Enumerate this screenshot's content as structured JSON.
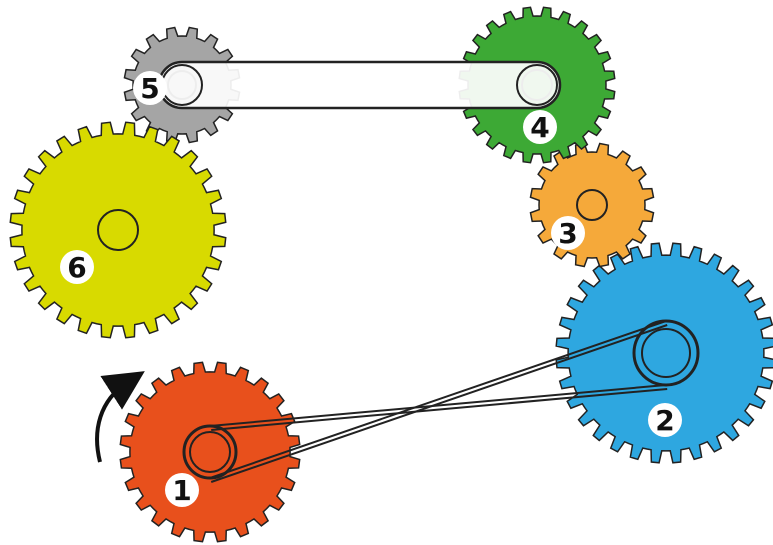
{
  "gears": [
    {
      "id": "1",
      "label": "1",
      "color": "#E8501C",
      "teeth": 24
    },
    {
      "id": "2",
      "label": "2",
      "color": "#2EA7E0",
      "teeth": 32
    },
    {
      "id": "3",
      "label": "3",
      "color": "#F5A93A",
      "teeth": 16
    },
    {
      "id": "4",
      "label": "4",
      "color": "#3DA935",
      "teeth": 24
    },
    {
      "id": "5",
      "label": "5",
      "color": "#A5A5A5",
      "teeth": 16
    },
    {
      "id": "6",
      "label": "6",
      "color": "#D8DA00",
      "teeth": 28
    }
  ],
  "belts": [
    {
      "from": "1",
      "to": "2",
      "type": "crossed"
    },
    {
      "from": "5",
      "to": "4",
      "type": "open"
    }
  ],
  "arrow": {
    "icon": "curved-arrow-up-icon",
    "direction": "clockwise"
  },
  "colors": {
    "stroke": "#222222",
    "label_bg": "#ffffff"
  }
}
